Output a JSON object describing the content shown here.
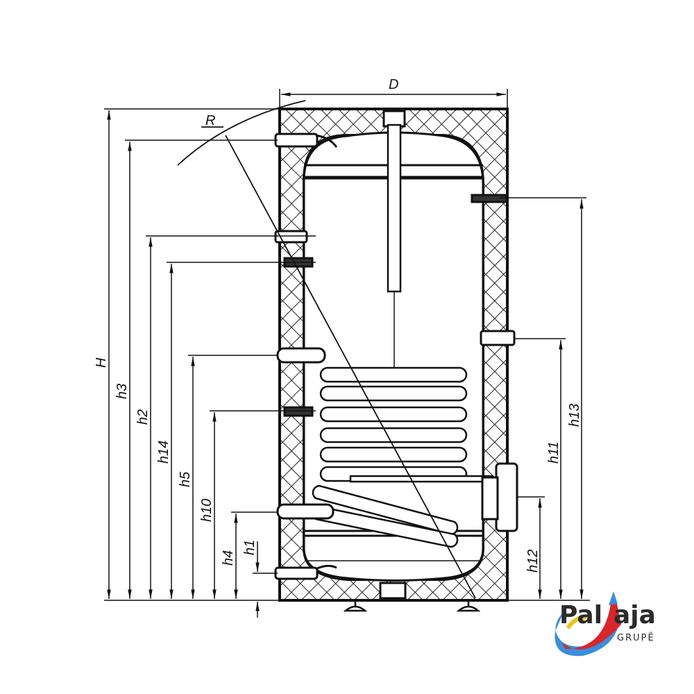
{
  "diagram": {
    "title_labels": {
      "diameter": "D",
      "radius": "R",
      "total_height": "H"
    },
    "left_dimensions": [
      "h3",
      "h2",
      "h14",
      "h5",
      "h10",
      "h4",
      "h1"
    ],
    "right_dimensions": [
      "h13",
      "h11",
      "h12"
    ]
  },
  "logo": {
    "name_part1": "Pal",
    "name_part2": "aja",
    "subtitle": "GRUPË",
    "colors": {
      "blue": "#3a8fd9",
      "red": "#d8262c",
      "yellow": "#f2c21b",
      "text": "#2b2b2b"
    }
  }
}
